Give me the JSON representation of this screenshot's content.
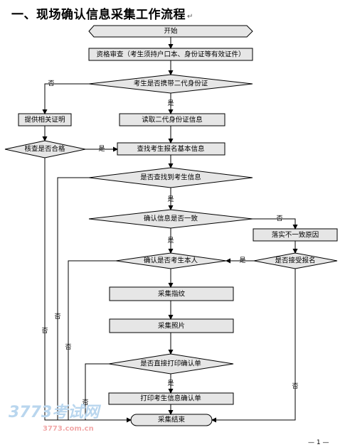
{
  "heading": "一、现场确认信息采集工作流程",
  "heading_mark": "↵",
  "nodes": {
    "start": "开始",
    "review": "资格审查（考生须持户口本、身份证等有效证件）",
    "has_id2": "考生是否携带二代身份证",
    "provide_proof": "提供相关证明",
    "read_id": "读取二代身份证信息",
    "check_ok": "核查是否合格",
    "lookup": "查找考生报名基本信息",
    "found": "是否查找到考生信息",
    "consistent": "确认信息是否一致",
    "resolve": "落实不一致原因",
    "accept": "是否接受报名",
    "is_self": "确认是否考生本人",
    "fingerprint": "采集指纹",
    "photo": "采集照片",
    "print_direct": "是否直接打印确认单",
    "print_confirm": "打印考生信息确认单",
    "end": "采集结束"
  },
  "labels": {
    "yes": "是",
    "no": "否"
  },
  "watermark": {
    "brand": "3773考试网",
    "url": "3773.com.cn"
  },
  "page_number": "— 1 —",
  "colors": {
    "box_fill": "#e6e6e6",
    "stroke": "#000000"
  }
}
